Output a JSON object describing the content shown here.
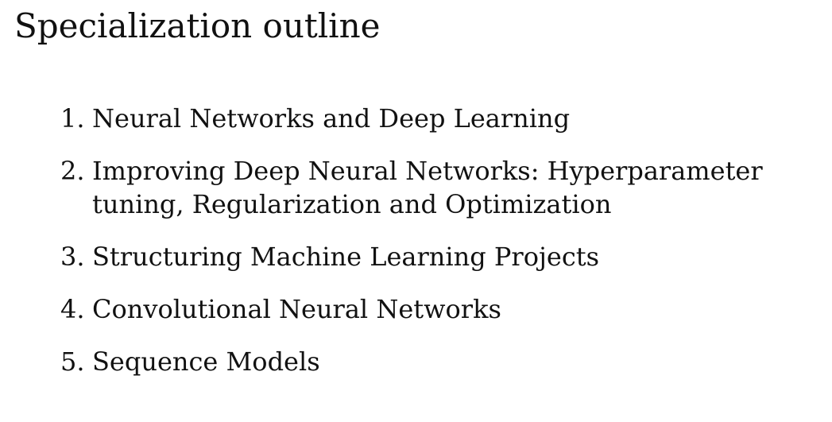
{
  "slide": {
    "title": "Specialization outline",
    "items": [
      {
        "number": "1.",
        "label": "Neural Networks and Deep Learning"
      },
      {
        "number": "2.",
        "label": "Improving Deep Neural Networks: Hyperparameter tuning, Regularization and Optimization"
      },
      {
        "number": "3.",
        "label": "Structuring Machine Learning Projects"
      },
      {
        "number": "4.",
        "label": "Convolutional Neural Networks"
      },
      {
        "number": "5.",
        "label": "Sequence Models"
      }
    ]
  }
}
